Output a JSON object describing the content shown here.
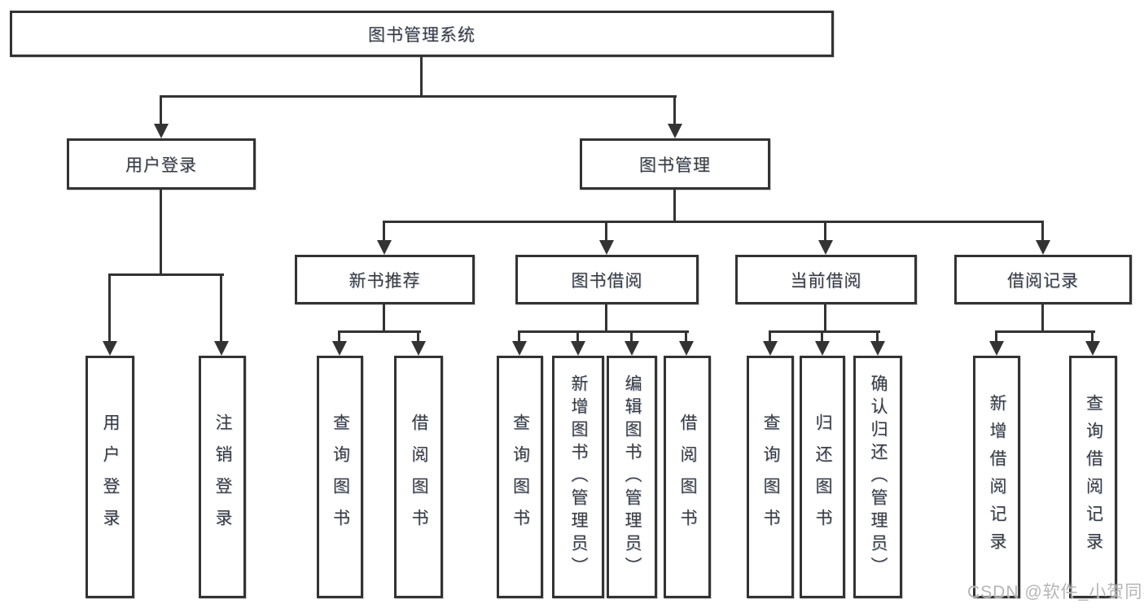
{
  "diagram": {
    "root": {
      "label": "图书管理系统"
    },
    "branches": [
      {
        "label": "用户登录",
        "children": [
          {
            "label": "用户登录"
          },
          {
            "label": "注销登录"
          }
        ]
      },
      {
        "label": "图书管理",
        "children": [
          {
            "label": "新书推荐",
            "children": [
              {
                "label": "查询图书"
              },
              {
                "label": "借阅图书"
              }
            ]
          },
          {
            "label": "图书借阅",
            "children": [
              {
                "label": "查询图书"
              },
              {
                "label": "新增图书（管理员）"
              },
              {
                "label": "编辑图书（管理员）"
              },
              {
                "label": "借阅图书"
              }
            ]
          },
          {
            "label": "当前借阅",
            "children": [
              {
                "label": "查询图书"
              },
              {
                "label": "归还图书"
              },
              {
                "label": "确认归还（管理员）"
              }
            ]
          },
          {
            "label": "借阅记录",
            "children": [
              {
                "label": "新增借阅记录"
              },
              {
                "label": "查询借阅记录"
              }
            ]
          }
        ]
      }
    ]
  },
  "watermark": {
    "text": "CSDN @软件_小贺同学",
    "color": "#adadad"
  },
  "colors": {
    "line": "#333333",
    "text": "#3a3a3a",
    "background": "#ffffff"
  }
}
